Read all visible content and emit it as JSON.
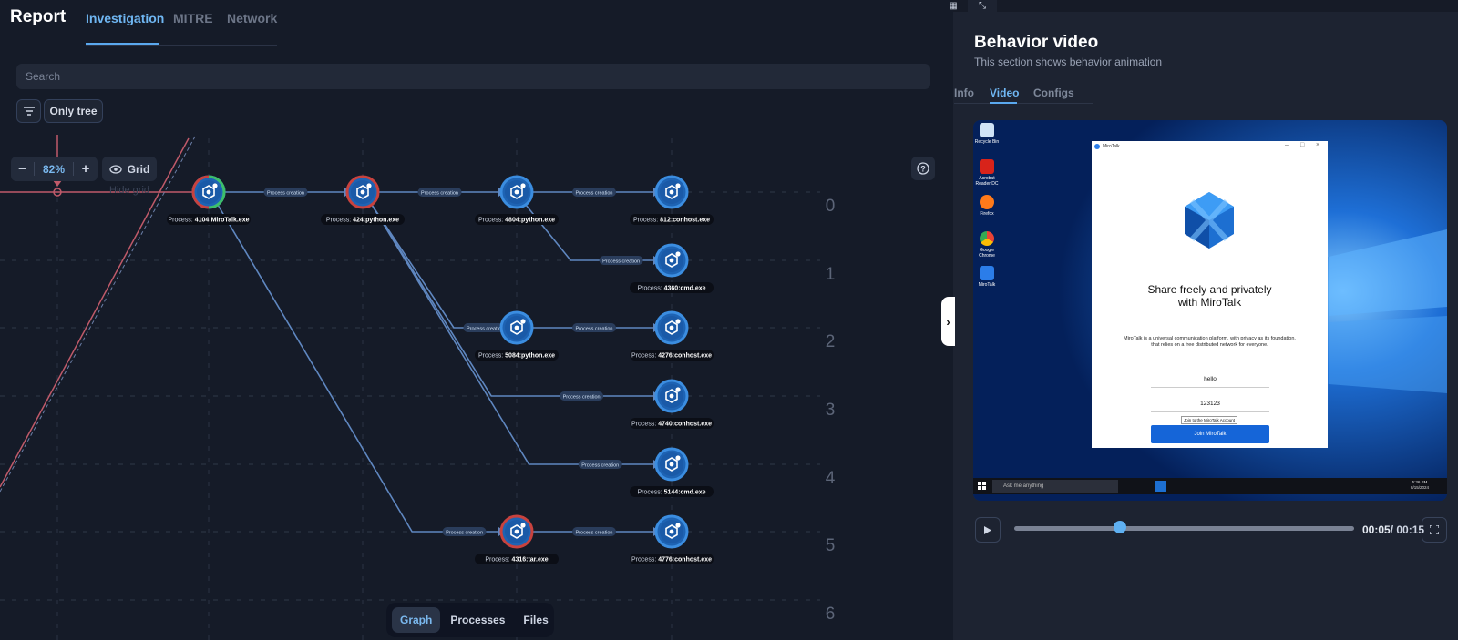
{
  "header": {
    "title": "Report",
    "tabs": [
      {
        "label": "Investigation",
        "active": true
      },
      {
        "label": "MITRE",
        "active": false
      },
      {
        "label": "Network",
        "active": false
      }
    ]
  },
  "search": {
    "placeholder": "Search",
    "value": ""
  },
  "toolbar": {
    "only_tree_label": "Only tree"
  },
  "zoom": {
    "minus": "−",
    "value": "82%",
    "plus": "+"
  },
  "grid_toggle": {
    "label": "Grid",
    "hint": "Hide grid"
  },
  "graph": {
    "row_labels": [
      "0",
      "1",
      "2",
      "3",
      "4",
      "5",
      "6"
    ],
    "edge_label": "Process creation",
    "node_prefix": "Process: ",
    "nodes": [
      {
        "id": "4104",
        "name": "4104:MiroTalk.exe",
        "col": 0,
        "row": 0,
        "ring": "red-green"
      },
      {
        "id": "424",
        "name": "424:python.exe",
        "col": 1,
        "row": 0,
        "ring": "red"
      },
      {
        "id": "4804",
        "name": "4804:python.exe",
        "col": 2,
        "row": 0,
        "ring": "blue"
      },
      {
        "id": "812",
        "name": "812:conhost.exe",
        "col": 3,
        "row": 0,
        "ring": "blue"
      },
      {
        "id": "4360",
        "name": "4360:cmd.exe",
        "col": 3,
        "row": 1,
        "ring": "blue"
      },
      {
        "id": "5084",
        "name": "5084:python.exe",
        "col": 2,
        "row": 2,
        "ring": "blue"
      },
      {
        "id": "4276",
        "name": "4276:conhost.exe",
        "col": 3,
        "row": 2,
        "ring": "blue"
      },
      {
        "id": "4740",
        "name": "4740:conhost.exe",
        "col": 3,
        "row": 3,
        "ring": "blue"
      },
      {
        "id": "5144",
        "name": "5144:cmd.exe",
        "col": 3,
        "row": 4,
        "ring": "blue"
      },
      {
        "id": "4316",
        "name": "4316:tar.exe",
        "col": 2,
        "row": 5,
        "ring": "red"
      },
      {
        "id": "4776",
        "name": "4776:conhost.exe",
        "col": 3,
        "row": 5,
        "ring": "blue"
      }
    ],
    "edges": [
      [
        "4104",
        "424"
      ],
      [
        "424",
        "4804"
      ],
      [
        "4804",
        "812"
      ],
      [
        "4804",
        "4360"
      ],
      [
        "424",
        "5084"
      ],
      [
        "5084",
        "4276"
      ],
      [
        "424",
        "4740"
      ],
      [
        "424",
        "5144"
      ],
      [
        "4104",
        "4316"
      ],
      [
        "4316",
        "4776"
      ]
    ]
  },
  "bottom_tabs": [
    {
      "label": "Graph",
      "active": true
    },
    {
      "label": "Processes",
      "active": false
    },
    {
      "label": "Files",
      "active": false
    }
  ],
  "panel": {
    "title": "Behavior video",
    "subtitle": "This section shows behavior animation",
    "tabs": [
      {
        "label": "Info",
        "active": false
      },
      {
        "label": "Video",
        "active": true
      },
      {
        "label": "Configs",
        "active": false
      }
    ],
    "video": {
      "desktop_icons": [
        "Recycle Bin",
        "Acrobat Reader DC",
        "Firefox",
        "Google Chrome",
        "MiroTalk"
      ],
      "window_title": "MiroTalk",
      "heading": "Share freely and privately with MiroTalk",
      "description": "MiroTalk is a universal communication platform, with privacy as its foundation, that relies on a free distributed network for everyone.",
      "field_user": "hello",
      "field_password": "123123",
      "tooltip": "Join to the MiroTalk Account",
      "join_button": "Join MiroTalk",
      "taskbar_search": "Ask me anything",
      "clock_time": "5:36 PM",
      "clock_date": "8/15/2024"
    },
    "player": {
      "current": "00:05",
      "total": "/ 00:15",
      "progress": 0.31
    }
  }
}
